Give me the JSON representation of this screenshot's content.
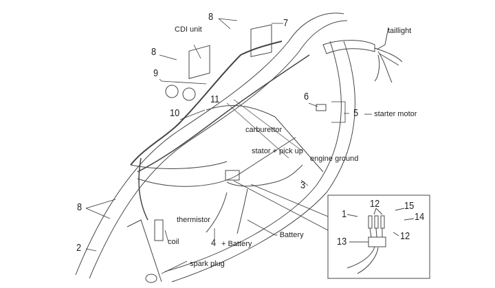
{
  "diagram": {
    "labels": {
      "cdi_unit": "CDI unit",
      "taillight": "taillight",
      "starter_motor": "starter motor",
      "carburettor": "carburettor",
      "stator_pick_up": "stator + pick up",
      "engine_ground": "engine ground",
      "thermistor": "thermistor",
      "coil": "coil",
      "plus_battery": "+ Battery",
      "minus_battery": "- Battery",
      "spark_plug": "spark plug"
    },
    "part_numbers": {
      "p8_top": "8",
      "p7": "7",
      "p8_cdi": "8",
      "p9": "9",
      "p6": "6",
      "p5": "5",
      "p11": "11",
      "p10": "10",
      "p3": "3",
      "p8_left": "8",
      "p4": "4",
      "p2": "2"
    },
    "inset": {
      "p1": "1",
      "p12_top": "12",
      "p15": "15",
      "p14": "14",
      "p12_right": "12",
      "p13": "13"
    },
    "colors": {
      "line": "#333333",
      "background": "#ffffff"
    }
  }
}
